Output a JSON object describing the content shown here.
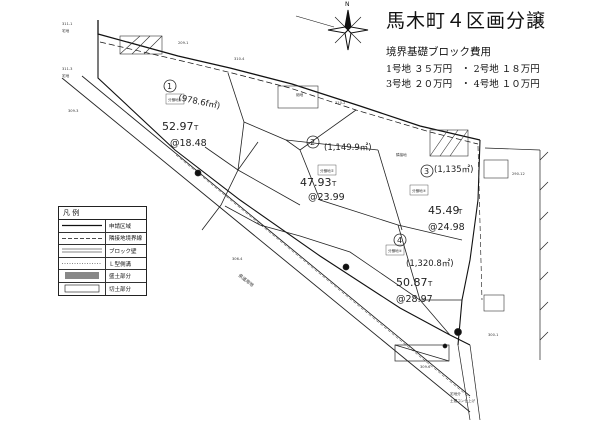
{
  "title": "馬木町４区画分譲",
  "subtitle": "境界基礎ブロック費用",
  "costs": [
    {
      "lot": "1号地",
      "amount": "３５万円"
    },
    {
      "lot": "2号地",
      "amount": "１８万円"
    },
    {
      "lot": "3号地",
      "amount": "２０万円"
    },
    {
      "lot": "4号地",
      "amount": "１０万円"
    }
  ],
  "cost_separator": "・",
  "legend": {
    "title": "凡 例",
    "items": [
      "申請区域",
      "隣接地境界線",
      "ブロック壁",
      "Ｌ型側溝",
      "盛土部分",
      "切土部分"
    ]
  },
  "lots": [
    {
      "number": "1",
      "tsubo": "(978.6f㎡)",
      "area": "52.97",
      "unit": "T",
      "price": "@18.48"
    },
    {
      "number": "2",
      "tsubo": "(1,149.9㎡)",
      "area": "47.93",
      "unit": "T",
      "price": "@23.99"
    },
    {
      "number": "3",
      "tsubo": "(1,135㎡)",
      "area": "45.49",
      "unit": "T",
      "price": "@24.98"
    },
    {
      "number": "4",
      "tsubo": "(1,320.8㎡)",
      "area": "50.87",
      "unit": "T",
      "price": "@28.97"
    }
  ],
  "map_labels": {
    "north_arrow": "N",
    "road": "県道用地",
    "nearby_note": "隣接地",
    "parcel_a": "311-1",
    "parcel_b": "311-3",
    "parcel_c": "309-3",
    "parcel_d": "310-2",
    "parcel_e": "290-12",
    "parcel_f": "300-1",
    "parcel_g": "309-6",
    "parcel_h": "306-4",
    "parcel_i": "209-1",
    "parcel_j": "310-4",
    "mark_1": "宅地",
    "mark_2": "宅地",
    "mark_3": "畑地",
    "lot_tag_1": "分譲地①",
    "lot_tag_2": "分譲地②",
    "lot_tag_3": "分譲地③",
    "lot_tag_4": "分譲地④",
    "bottom_note_1": "宅地分",
    "bottom_note_2": "土間コン仕上げ"
  }
}
